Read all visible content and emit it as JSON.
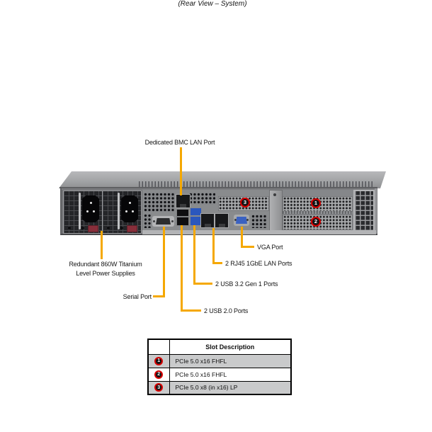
{
  "title": "(Rear View – System)",
  "colors": {
    "callout_line": "#F5A800",
    "marker_ring": "#D90000",
    "marker_fill": "#141416",
    "table_shade": "#C9CACB"
  },
  "callouts": {
    "bmc": "Dedicated BMC LAN Port",
    "psu_line1": "Redundant 860W Titanium",
    "psu_line2": "Level Power Supplies",
    "serial": "Serial Port",
    "usb2": "2 USB 2.0 Ports",
    "usb3": "2 USB 3.2 Gen 1 Ports",
    "lan": "2 RJ45 1GbE LAN Ports",
    "vga": "VGA Port"
  },
  "chassis_markers": {
    "slot1": "1",
    "slot2": "2",
    "slot3": "3"
  },
  "table": {
    "header": "Slot Description",
    "rows": [
      {
        "num": "1",
        "desc": "PCIe 5.0 x16 FHFL"
      },
      {
        "num": "2",
        "desc": "PCIe 5.0 x16 FHFL"
      },
      {
        "num": "3",
        "desc": "PCIe 5.0 x8 (in x16) LP"
      }
    ]
  }
}
